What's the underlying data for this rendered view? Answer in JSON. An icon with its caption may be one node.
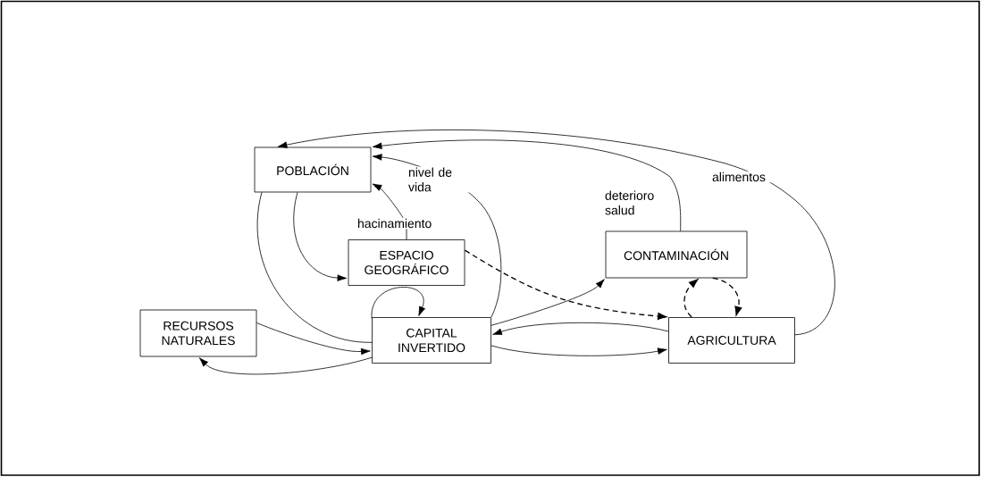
{
  "diagram": {
    "nodes": [
      {
        "text": [
          "POBLACIÓN"
        ]
      },
      {
        "text": [
          "ESPACIO GEOGRÁFICO"
        ]
      },
      {
        "text": [
          "RECURSOS NATURALES"
        ]
      },
      {
        "text": [
          "CAPITAL INVERTIDO"
        ]
      },
      {
        "text": [
          "CONTAMINACIÓN"
        ]
      },
      {
        "text": [
          "AGRICULTURA"
        ]
      }
    ],
    "edges": [
      {
        "from": 0,
        "to": 1,
        "arrow": "to"
      },
      {
        "from": 0,
        "to": 3,
        "arrow": "none"
      },
      {
        "from": 3,
        "to": 3,
        "arrow": "to"
      },
      {
        "from": 2,
        "to": 3,
        "arrow": "to"
      },
      {
        "from": 3,
        "to": 2,
        "arrow": "to"
      },
      {
        "from": 3,
        "to": 0,
        "arrow": "to",
        "label": "nivel de vida"
      },
      {
        "from": 1,
        "to": 0,
        "arrow": "to",
        "label": "hacinamiento"
      },
      {
        "from": 4,
        "to": 0,
        "arrow": "to",
        "label": "deterioro salud"
      },
      {
        "from": 5,
        "to": 0,
        "arrow": "to",
        "label": "alimentos"
      },
      {
        "from": 3,
        "to": 4,
        "arrow": "to"
      },
      {
        "from": 5,
        "to": 3,
        "arrow": "to"
      },
      {
        "from": 3,
        "to": 5,
        "arrow": "to"
      },
      {
        "from": 1,
        "to": 5,
        "arrow": "to",
        "style": "dashed"
      },
      {
        "from": 5,
        "to": 4,
        "arrow": "to",
        "style": "dashed"
      },
      {
        "from": 4,
        "to": 5,
        "arrow": "to",
        "style": "dashed"
      }
    ]
  }
}
